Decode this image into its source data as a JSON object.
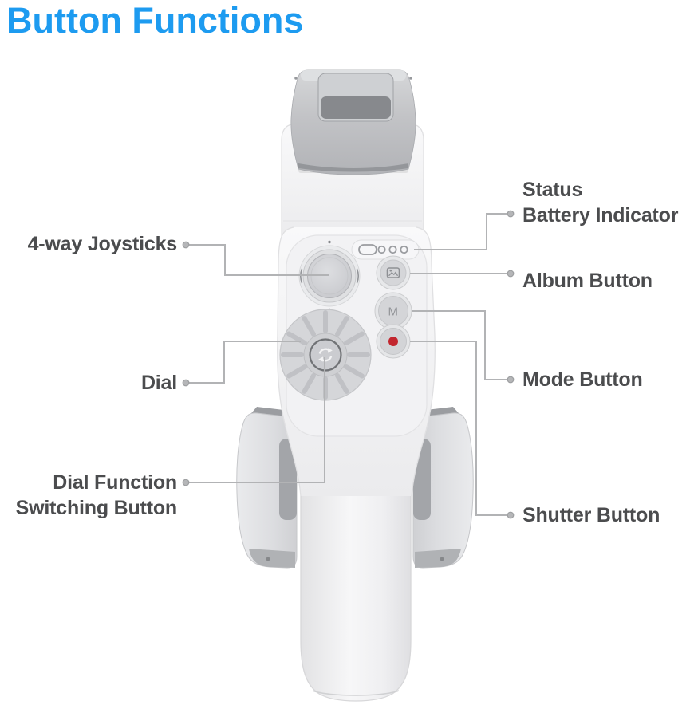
{
  "page": {
    "title": "Button Functions",
    "background": "#FFFFFF"
  },
  "colors": {
    "title_blue": "#1D9BF0",
    "label_gray": "#4B4C4E",
    "leader_line_gray": "#B2B3B5",
    "record_dot_red": "#C2262E",
    "device_light": "#F4F4F6",
    "device_mid_gray": "#C2C3C6",
    "clamp_slot_gray": "#87898D"
  },
  "device": {
    "type": "smartphone gimbal stabilizer (folded)",
    "mode_button_text": "M",
    "battery_led_count": 3
  },
  "annotations": {
    "joysticks": {
      "label": "4-way Joysticks",
      "side": "left",
      "target": "joystick"
    },
    "dial": {
      "label": "Dial",
      "side": "left",
      "target": "dial"
    },
    "dial_function": {
      "label_line1": "Dial Function",
      "label_line2": "Switching Button",
      "side": "left",
      "target": "dial-center-button"
    },
    "status_battery": {
      "label_line1": "Status",
      "label_line2": "Battery Indicator",
      "side": "right",
      "target": "battery-indicator"
    },
    "album": {
      "label": "Album Button",
      "side": "right",
      "target": "album-button"
    },
    "mode": {
      "label": "Mode Button",
      "side": "right",
      "target": "mode-button"
    },
    "shutter": {
      "label": "Shutter Button",
      "side": "right",
      "target": "shutter-button"
    }
  }
}
